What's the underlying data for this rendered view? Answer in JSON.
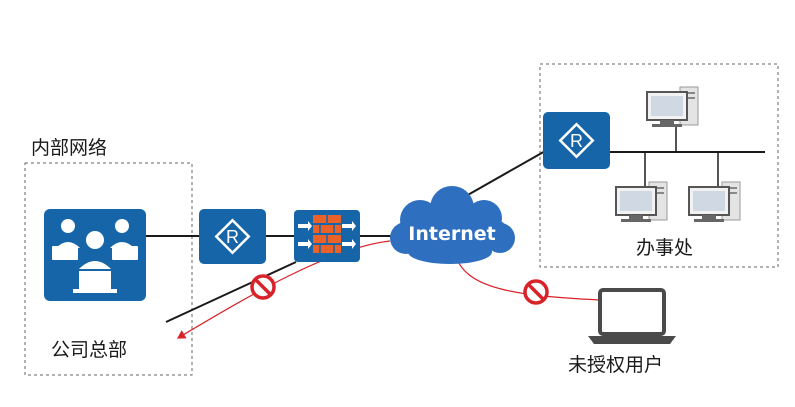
{
  "labels": {
    "internal_network": "内部网络",
    "headquarters": "公司总部",
    "internet": "Internet",
    "branch_office": "办事处",
    "unauthorized_user": "未授权用户"
  },
  "icons": {
    "router": "router-icon",
    "firewall": "firewall-icon",
    "cloud": "cloud-icon",
    "users_group": "users-group-icon",
    "desktop_pc": "desktop-pc-icon",
    "laptop": "laptop-icon",
    "blocked": "no-entry-icon"
  },
  "colors": {
    "device_blue": "#1565a8",
    "cloud_blue": "#2f6fc0",
    "block_red": "#d8232a",
    "firewall_orange": "#e8622a",
    "line": "#1a1a1a"
  }
}
